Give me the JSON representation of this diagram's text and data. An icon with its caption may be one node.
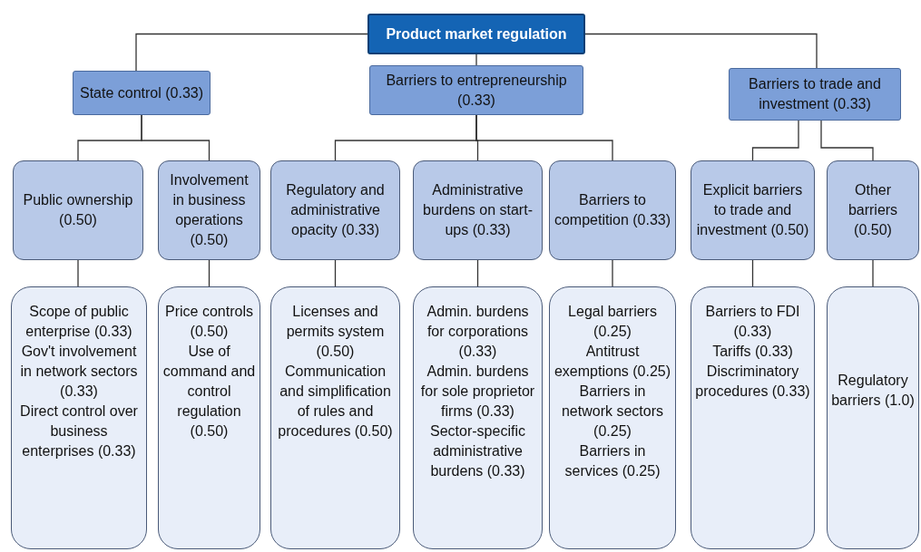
{
  "diagram": {
    "nodes": [
      {
        "text": [
          "Product market regulation"
        ]
      },
      {
        "text": [
          "State control (0.33)"
        ]
      },
      {
        "text": [
          "Barriers to entrepreneurship (0.33)"
        ]
      },
      {
        "text": [
          "Barriers to trade and investment (0.33)"
        ]
      },
      {
        "text": [
          "Public ownership (0.50)"
        ]
      },
      {
        "text": [
          "Involvement in business operations (0.50)"
        ]
      },
      {
        "text": [
          "Regulatory and administrative opacity (0.33)"
        ]
      },
      {
        "text": [
          "Administrative burdens on start-ups (0.33)"
        ]
      },
      {
        "text": [
          "Barriers to competition (0.33)"
        ]
      },
      {
        "text": [
          "Explicit barriers to trade and investment (0.50)"
        ]
      },
      {
        "text": [
          "Other barriers (0.50)"
        ]
      },
      {
        "text": [
          "Scope of public enterprise (0.33)",
          "Gov't involvement in network sectors (0.33)",
          "Direct control over business enterprises (0.33)"
        ]
      },
      {
        "text": [
          "Price controls (0.50)",
          "Use of command and control regulation (0.50)"
        ]
      },
      {
        "text": [
          "Licenses and permits system (0.50)",
          "Communication and simplification of rules and procedures (0.50)"
        ]
      },
      {
        "text": [
          "Admin. burdens for corporations (0.33)",
          "Admin. burdens for sole proprietor firms (0.33)",
          "Sector-specific administrative burdens (0.33)"
        ]
      },
      {
        "text": [
          "Legal barriers (0.25)",
          "Antitrust exemptions (0.25)",
          "Barriers in network sectors (0.25)",
          "Barriers in services (0.25)"
        ]
      },
      {
        "text": [
          "Barriers to FDI (0.33)",
          "Tariffs (0.33)",
          "Discriminatory procedures (0.33)"
        ]
      },
      {
        "text": [
          "Regulatory barriers (1.0)"
        ]
      }
    ],
    "edges": [
      {
        "from": 0,
        "to": 1,
        "arrow": "none"
      },
      {
        "from": 0,
        "to": 2,
        "arrow": "none"
      },
      {
        "from": 0,
        "to": 3,
        "arrow": "none"
      },
      {
        "from": 1,
        "to": 4,
        "arrow": "none"
      },
      {
        "from": 1,
        "to": 5,
        "arrow": "none"
      },
      {
        "from": 2,
        "to": 6,
        "arrow": "none"
      },
      {
        "from": 2,
        "to": 7,
        "arrow": "none"
      },
      {
        "from": 2,
        "to": 8,
        "arrow": "none"
      },
      {
        "from": 3,
        "to": 9,
        "arrow": "none"
      },
      {
        "from": 3,
        "to": 10,
        "arrow": "none"
      },
      {
        "from": 4,
        "to": 11,
        "arrow": "none"
      },
      {
        "from": 5,
        "to": 12,
        "arrow": "none"
      },
      {
        "from": 6,
        "to": 13,
        "arrow": "none"
      },
      {
        "from": 7,
        "to": 14,
        "arrow": "none"
      },
      {
        "from": 8,
        "to": 15,
        "arrow": "none"
      },
      {
        "from": 9,
        "to": 16,
        "arrow": "none"
      },
      {
        "from": 10,
        "to": 17,
        "arrow": "none"
      }
    ]
  }
}
